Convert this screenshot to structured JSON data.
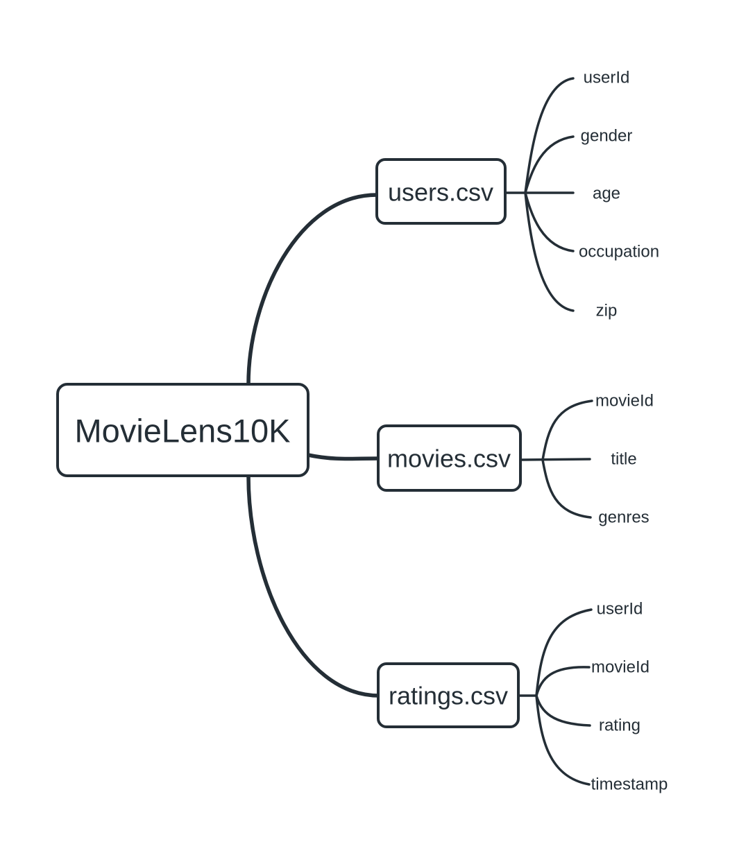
{
  "diagram": {
    "type": "mindmap",
    "root": {
      "label": "MovieLens10K"
    },
    "branches": [
      {
        "label": "users.csv",
        "children": [
          "userId",
          "gender",
          "age",
          "occupation",
          "zip"
        ]
      },
      {
        "label": "movies.csv",
        "children": [
          "movieId",
          "title",
          "genres"
        ]
      },
      {
        "label": "ratings.csv",
        "children": [
          "userId",
          "movieId",
          "rating",
          "timestamp"
        ]
      }
    ],
    "colors": {
      "stroke": "#242e36",
      "text": "#242e36",
      "node_fill": "#ffffff",
      "background": "#ffffff"
    }
  }
}
